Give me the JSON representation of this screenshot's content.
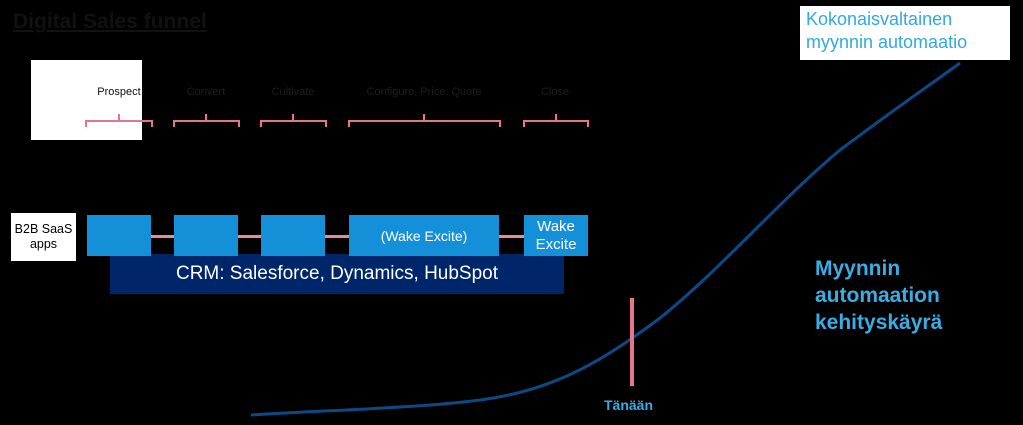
{
  "title": "Digital Sales funnel",
  "stages": [
    "Prospect",
    "Convert",
    "Cultivate",
    "Configure, Price, Quote",
    "Close"
  ],
  "integration_chips": [
    "",
    "",
    "",
    "(Wake Excite)",
    "Wake Excite"
  ],
  "crm_label": "CRM: Salesforce, Dynamics, HubSpot",
  "apps_label": "B2B SaaS apps",
  "top_right_label": "Kokonaisvaltainen myynnin automaatio",
  "curve_label": "Myynnin automaation kehityskäyrä",
  "today_label": "Tänään",
  "colors": {
    "background": "#000000",
    "chip_blue": "#1490d9",
    "crm_navy": "#00266a",
    "curve_blue": "#0b4a87",
    "label_blue": "#39aee5",
    "pink": "#e8748a"
  }
}
